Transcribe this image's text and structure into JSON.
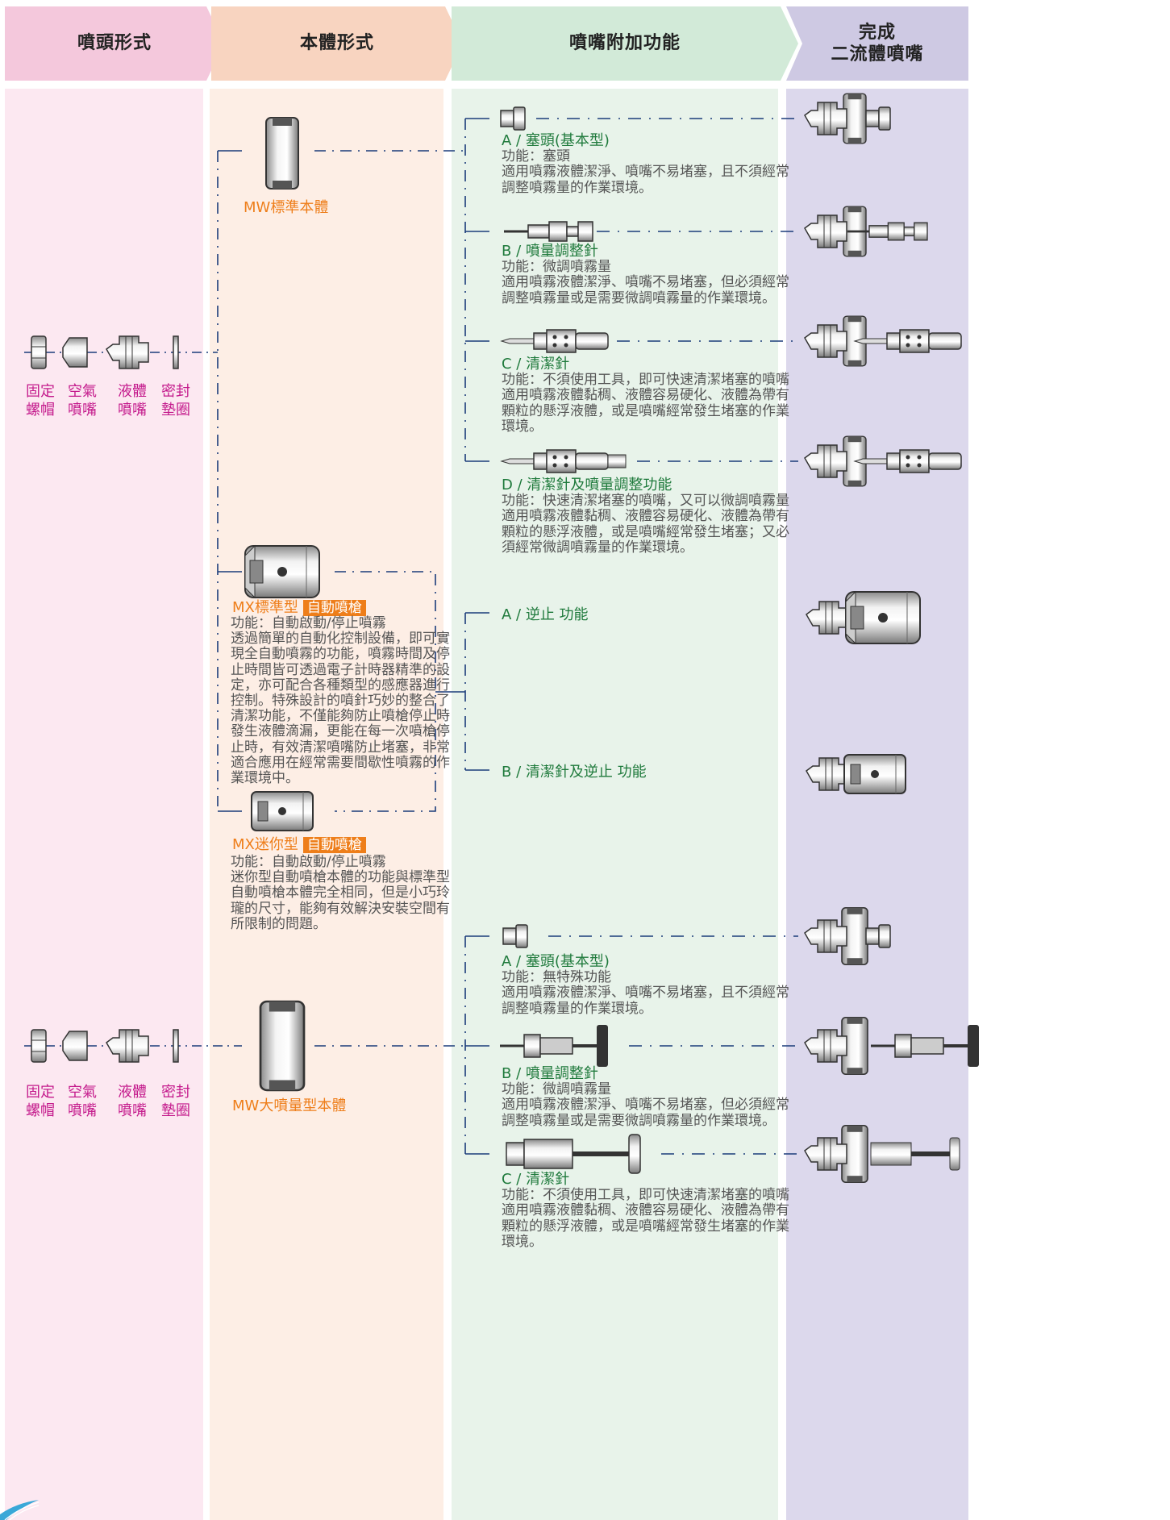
{
  "headers": {
    "nozzle_type": "噴頭形式",
    "body_type": "本體形式",
    "addon_functions": "噴嘴附加功能",
    "complete_line1": "完成",
    "complete_line2": "二流體噴嘴"
  },
  "nozzle_parts_top": {
    "fixed_cap_1": "固定",
    "fixed_cap_2": "螺帽",
    "air_nozzle_1": "空氣",
    "air_nozzle_2": "噴嘴",
    "liquid_nozzle_1": "液體",
    "liquid_nozzle_2": "噴嘴",
    "seal_1": "密封",
    "seal_2": "墊圈"
  },
  "nozzle_parts_bottom": {
    "fixed_cap_1": "固定",
    "fixed_cap_2": "螺帽",
    "air_nozzle_1": "空氣",
    "air_nozzle_2": "噴嘴",
    "liquid_nozzle_1": "液體",
    "liquid_nozzle_2": "噴嘴",
    "seal_1": "密封",
    "seal_2": "墊圈"
  },
  "bodies": {
    "mw_standard": "MW標準本體",
    "mx_standard": {
      "name": "MX標準型",
      "badge": "自動噴槍",
      "lines": [
        "功能：自動啟動/停止噴霧",
        "透過簡單的自動化控制設備，即可實",
        "現全自動噴霧的功能，噴霧時間及停",
        "止時間皆可透過電子計時器精準的設",
        "定，亦可配合各種類型的感應器進行",
        "控制。特殊設計的噴針巧妙的整合了",
        "清潔功能，不僅能夠防止噴槍停止時",
        "發生液體滴漏，更能在每一次噴槍停",
        "止時，有效清潔噴嘴防止堵塞，非常",
        "適合應用在經常需要間歇性噴霧的作",
        "業環境中。"
      ]
    },
    "mx_mini": {
      "name": "MX迷你型",
      "badge": "自動噴槍",
      "lines": [
        "功能：自動啟動/停止噴霧",
        "迷你型自動噴槍本體的功能與標準型",
        "自動噴槍本體完全相同，但是小巧玲",
        "瓏的尺寸，能夠有效解決安裝空間有",
        "所限制的問題。"
      ]
    },
    "mw_large": "MW大噴量型本體"
  },
  "functions_mw": [
    {
      "title": "A / 塞頭(基本型)",
      "lines": [
        "功能：塞頭",
        "適用噴霧液體潔淨、噴嘴不易堵塞，且不須經常",
        "調整噴霧量的作業環境。"
      ]
    },
    {
      "title": "B / 噴量調整針",
      "lines": [
        "功能：微調噴霧量",
        "適用噴霧液體潔淨、噴嘴不易堵塞，但必須經常",
        "調整噴霧量或是需要微調噴霧量的作業環境。"
      ]
    },
    {
      "title": "C / 清潔針",
      "lines": [
        "功能：不須使用工具，即可快速清潔堵塞的噴嘴",
        "適用噴霧液體黏稠、液體容易硬化、液體為帶有",
        "顆粒的懸浮液體，或是噴嘴經常發生堵塞的作業",
        "環境。"
      ]
    },
    {
      "title": "D / 清潔針及噴量調整功能",
      "lines": [
        "功能：快速清潔堵塞的噴嘴，又可以微調噴霧量",
        "適用噴霧液體黏稠、液體容易硬化、液體為帶有",
        "顆粒的懸浮液體，或是噴嘴經常發生堵塞；又必",
        "須經常微調噴霧量的作業環境。"
      ]
    }
  ],
  "functions_mx": [
    {
      "title": "A / 逆止 功能"
    },
    {
      "title": "B / 清潔針及逆止 功能"
    }
  ],
  "functions_large": [
    {
      "title": "A / 塞頭(基本型)",
      "lines": [
        "功能：無特殊功能",
        "適用噴霧液體潔淨、噴嘴不易堵塞，且不須經常",
        "調整噴霧量的作業環境。"
      ]
    },
    {
      "title": "B / 噴量調整針",
      "lines": [
        "功能：微調噴霧量",
        "適用噴霧液體潔淨、噴嘴不易堵塞，但必須經常",
        "調整噴霧量或是需要微調噴霧量的作業環境。"
      ]
    },
    {
      "title": "C / 清潔針",
      "lines": [
        "功能：不須使用工具，即可快速清潔堵塞的噴嘴",
        "適用噴霧液體黏稠、液體容易硬化、液體為帶有",
        "顆粒的懸浮液體，或是噴嘴經常發生堵塞的作業",
        "環境。"
      ]
    }
  ],
  "colors": {
    "col1_bg": "#fce8f1",
    "col1_head": "#f4c8dc",
    "col2_bg": "#fdeee5",
    "col2_head": "#f8d4c0",
    "col3_bg": "#e8f3ea",
    "col3_head": "#d2ead8",
    "col4_bg": "#dcd8ec",
    "col4_head": "#cec9e3",
    "accent_orange": "#ee7e1a",
    "accent_green": "#1f7a3c",
    "accent_magenta": "#c41a8c",
    "line_blue": "#1b3c7a"
  }
}
